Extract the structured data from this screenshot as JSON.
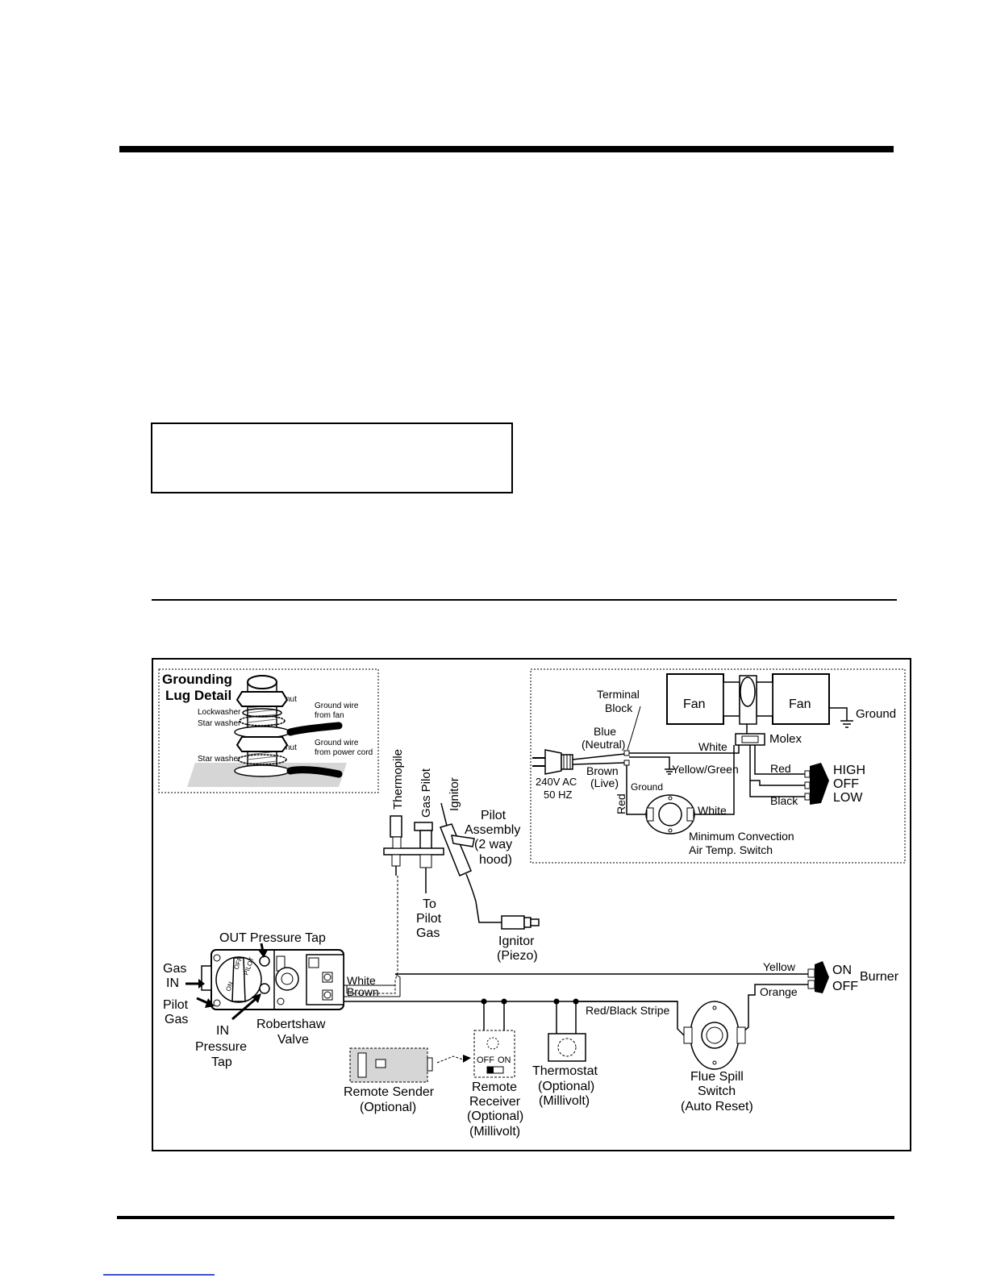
{
  "grounding": {
    "title_line1": "Grounding",
    "title_line2": "Lug Detail",
    "nut_top": "nut",
    "lockwasher": "Lockwasher",
    "star_washer_1": "Star washer",
    "ground_fan_1": "Ground wire",
    "ground_fan_2": "from fan",
    "nut_mid": "nut",
    "ground_cord_1": "Ground wire",
    "ground_cord_2": "from power cord",
    "star_washer_2": "Star washer"
  },
  "electrical": {
    "terminal_block_1": "Terminal",
    "terminal_block_2": "Block",
    "fan_left": "Fan",
    "fan_right": "Fan",
    "ground_fan": "Ground",
    "blue_1": "Blue",
    "blue_2": "(Neutral)",
    "white_top": "White",
    "molex": "Molex",
    "brown_1": "Brown",
    "brown_2": "(Live)",
    "yellow_green": "Yellow/Green",
    "red_right": "Red",
    "high": "HIGH",
    "off": "OFF",
    "low": "LOW",
    "voltage_1": "240V AC",
    "voltage_2": "50 HZ",
    "ground_small": "Ground",
    "black": "Black",
    "red_vertical": "Red",
    "white_bottom": "White",
    "min_conv_1": "Minimum Convection",
    "min_conv_2": "Air Temp. Switch"
  },
  "pilot": {
    "thermopile": "Thermopile",
    "gas_pilot": "Gas Pilot",
    "ignitor": "Ignitor",
    "assembly_1": "Pilot",
    "assembly_2": "Assembly",
    "assembly_3": "(2 way",
    "assembly_4": "hood)",
    "to_pilot_1": "To",
    "to_pilot_2": "Pilot",
    "to_pilot_3": "Gas",
    "ignitor_piezo_1": "Ignitor",
    "ignitor_piezo_2": "(Piezo)"
  },
  "valve": {
    "out_tap": "OUT Pressure Tap",
    "gas_in_1": "Gas",
    "gas_in_2": "IN",
    "pilot_gas_1": "Pilot",
    "pilot_gas_2": "Gas",
    "in_tap_1": "IN",
    "in_tap_2": "Pressure",
    "in_tap_3": "Tap",
    "robertshaw_1": "Robertshaw",
    "robertshaw_2": "Valve",
    "wire_white": "White",
    "wire_brown": "Brown",
    "knob_off": "OFF",
    "knob_pilot": "PILOT",
    "knob_on": "ON"
  },
  "burner": {
    "yellow": "Yellow",
    "orange": "Orange",
    "on": "ON",
    "off": "OFF",
    "burner": "Burner",
    "red_black": "Red/Black Stripe"
  },
  "accessories": {
    "remote_sender_1": "Remote Sender",
    "remote_sender_2": "(Optional)",
    "receiver_off": "OFF",
    "receiver_on": "ON",
    "remote_receiver_1": "Remote",
    "remote_receiver_2": "Receiver",
    "remote_receiver_3": "(Optional)",
    "remote_receiver_4": "(Millivolt)",
    "thermostat_1": "Thermostat",
    "thermostat_2": "(Optional)",
    "thermostat_3": "(Millivolt)",
    "flue_1": "Flue Spill",
    "flue_2": "Switch",
    "flue_3": "(Auto Reset)"
  }
}
